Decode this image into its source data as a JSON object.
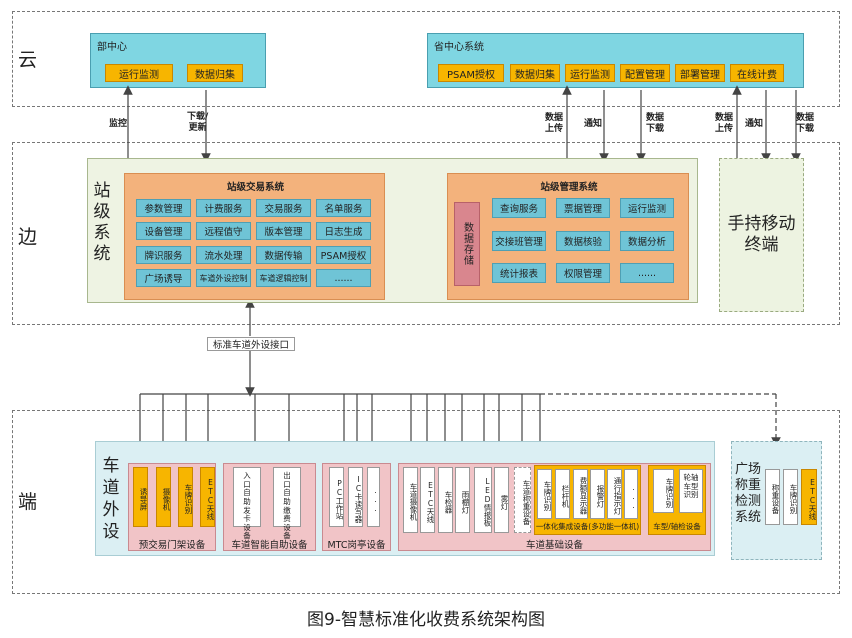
{
  "zones": {
    "cloud": "云",
    "edge": "边",
    "end": "端"
  },
  "cloud": {
    "ministry": {
      "title": "部中心",
      "items": [
        "运行监测",
        "数据归集"
      ]
    },
    "province": {
      "title": "省中心系统",
      "items": [
        "PSAM授权",
        "数据归集",
        "运行监测",
        "配置管理",
        "部署管理",
        "在线计费"
      ]
    }
  },
  "arrows": {
    "monitor": "监控",
    "download_update": "下载/\n更新",
    "upload1": "数据\n上传",
    "notify1": "通知",
    "download1": "数据\n下载",
    "upload2": "数据\n上传",
    "notify2": "通知",
    "download2": "数据\n下载"
  },
  "station": {
    "label": "站\n级\n系\n统",
    "transaction": {
      "title": "站级交易系统",
      "rows": [
        [
          "参数管理",
          "计费服务",
          "交易服务",
          "名单服务"
        ],
        [
          "设备管理",
          "远程值守",
          "版本管理",
          "日志生成"
        ],
        [
          "牌识服务",
          "流水处理",
          "数据传输",
          "PSAM授权"
        ],
        [
          "广场诱导",
          "车道外设控制",
          "车道逻辑控制",
          "......"
        ]
      ]
    },
    "management": {
      "title": "站级管理系统",
      "storage": "数据存储",
      "rows": [
        [
          "查询服务",
          "票据管理",
          "运行监测"
        ],
        [
          "交接班管理",
          "数据核验",
          "数据分析"
        ],
        [
          "统计报表",
          "权限管理",
          "......"
        ]
      ]
    }
  },
  "handheld": "手持移动\n终端",
  "interface_label": "标准车道外设接口",
  "lane": {
    "label": "车\n道\n外\n设",
    "groups": {
      "pre_gantry": {
        "label": "预交易门架设备",
        "devices": [
          "诱导屏",
          "摄像机",
          "车牌识别",
          "ETC天线"
        ]
      },
      "self_service": {
        "label": "车道智能自助设备",
        "devices": [
          "入口自助发卡设备",
          "出口自助缴费设备"
        ]
      },
      "mtc": {
        "label": "MTC岗亭设备",
        "devices": [
          "PC工作站",
          "IC卡读写器",
          "..."
        ]
      },
      "basic": {
        "label": "车道基础设备",
        "devices": [
          "车道摄像机",
          "ETC天线",
          "车检器",
          "雨棚灯",
          "LED情报板",
          "雾灯",
          "车道称重设备"
        ],
        "integrated": {
          "label": "一体化集成设备(多功能一体机)",
          "devices": [
            "车牌识别",
            "栏杆机",
            "费额显示器",
            "报警灯",
            "通行指示灯",
            "..."
          ]
        },
        "vehicle_type": {
          "label": "车型/轴检设备",
          "devices": [
            "车牌识别",
            "轮轴车型识别"
          ]
        }
      }
    },
    "weighing": {
      "label": "广场\n称重\n检测\n系统",
      "devices": [
        "称重设备",
        "车牌识别",
        "ETC天线"
      ]
    }
  },
  "caption": "图9-智慧标准化收费系统架构图"
}
